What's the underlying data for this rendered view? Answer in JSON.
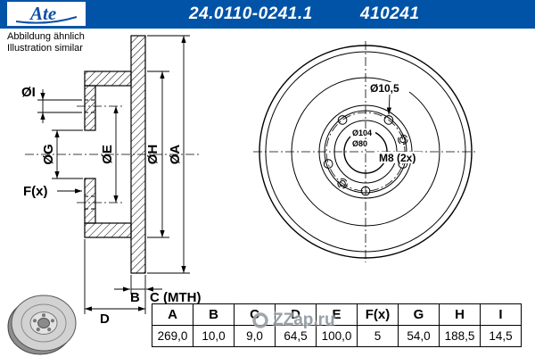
{
  "header": {
    "logo_text": "Ate",
    "part_number": "24.0110-0241.1",
    "reference": "410241",
    "bar_color": "#0053a6"
  },
  "note": {
    "line1": "Abbildung ähnlich",
    "line2": "Illustration similar"
  },
  "section_view": {
    "dim_i": "ØI",
    "dim_g": "ØG",
    "dim_e": "ØE",
    "dim_h": "ØH",
    "dim_a": "ØA",
    "dim_f": "F(x)",
    "dim_b": "B",
    "dim_c": "C (MTH)",
    "dim_d": "D"
  },
  "front_view": {
    "hole_dia": "Ø10,5",
    "dia_104": "Ø104",
    "dia_80": "Ø80",
    "thread": "M8 (2x)"
  },
  "table": {
    "headers": [
      "A",
      "B",
      "C",
      "D",
      "E",
      "F(x)",
      "G",
      "H",
      "I"
    ],
    "values": [
      "269,0",
      "10,0",
      "9,0",
      "64,5",
      "100,0",
      "5",
      "54,0",
      "188,5",
      "14,5"
    ]
  },
  "watermark": {
    "text": "ZZap.ru"
  }
}
